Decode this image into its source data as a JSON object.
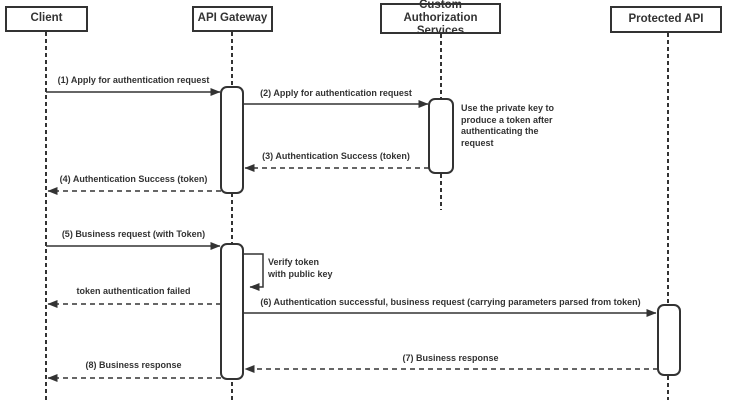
{
  "diagram": {
    "type": "sequence-diagram",
    "participants": [
      {
        "id": "client",
        "label": "Client"
      },
      {
        "id": "api-gateway",
        "label": "API Gateway"
      },
      {
        "id": "custom-authorization-services",
        "label": "Custom Authorization Services"
      },
      {
        "id": "protected-api",
        "label": "Protected API"
      }
    ],
    "messages": [
      {
        "label": "(1) Apply for authentication request",
        "from": "Client",
        "to": "API Gateway",
        "line": "solid"
      },
      {
        "label": "(2) Apply for authentication request",
        "from": "API Gateway",
        "to": "Custom Authorization Services",
        "line": "solid"
      },
      {
        "label": "(3) Authentication Success (token)",
        "from": "Custom Authorization Services",
        "to": "API Gateway",
        "line": "dashed"
      },
      {
        "label": "(4) Authentication Success (token)",
        "from": "API Gateway",
        "to": "Client",
        "line": "dashed"
      },
      {
        "label": "(5) Business request (with Token)",
        "from": "Client",
        "to": "API Gateway",
        "line": "solid"
      },
      {
        "label": "Verify token\nwith public key",
        "from": "API Gateway",
        "to": "API Gateway",
        "line": "self-loop"
      },
      {
        "label": "token authentication failed",
        "from": "API Gateway",
        "to": "Client",
        "line": "dashed"
      },
      {
        "label": "(6) Authentication successful, business request (carrying parameters parsed from token)",
        "from": "API Gateway",
        "to": "Protected API",
        "line": "solid"
      },
      {
        "label": "(7) Business response",
        "from": "Protected API",
        "to": "API Gateway",
        "line": "dashed"
      },
      {
        "label": "(8) Business response",
        "from": "API Gateway",
        "to": "Client",
        "line": "dashed"
      }
    ],
    "notes": [
      {
        "text": "Use the private key to produce a token after authenticating the request",
        "attached_to": "Custom Authorization Services"
      }
    ],
    "colors": {
      "stroke": "#333333",
      "text": "#333333",
      "background": "#ffffff",
      "shape_fill": "#ffffff"
    }
  }
}
